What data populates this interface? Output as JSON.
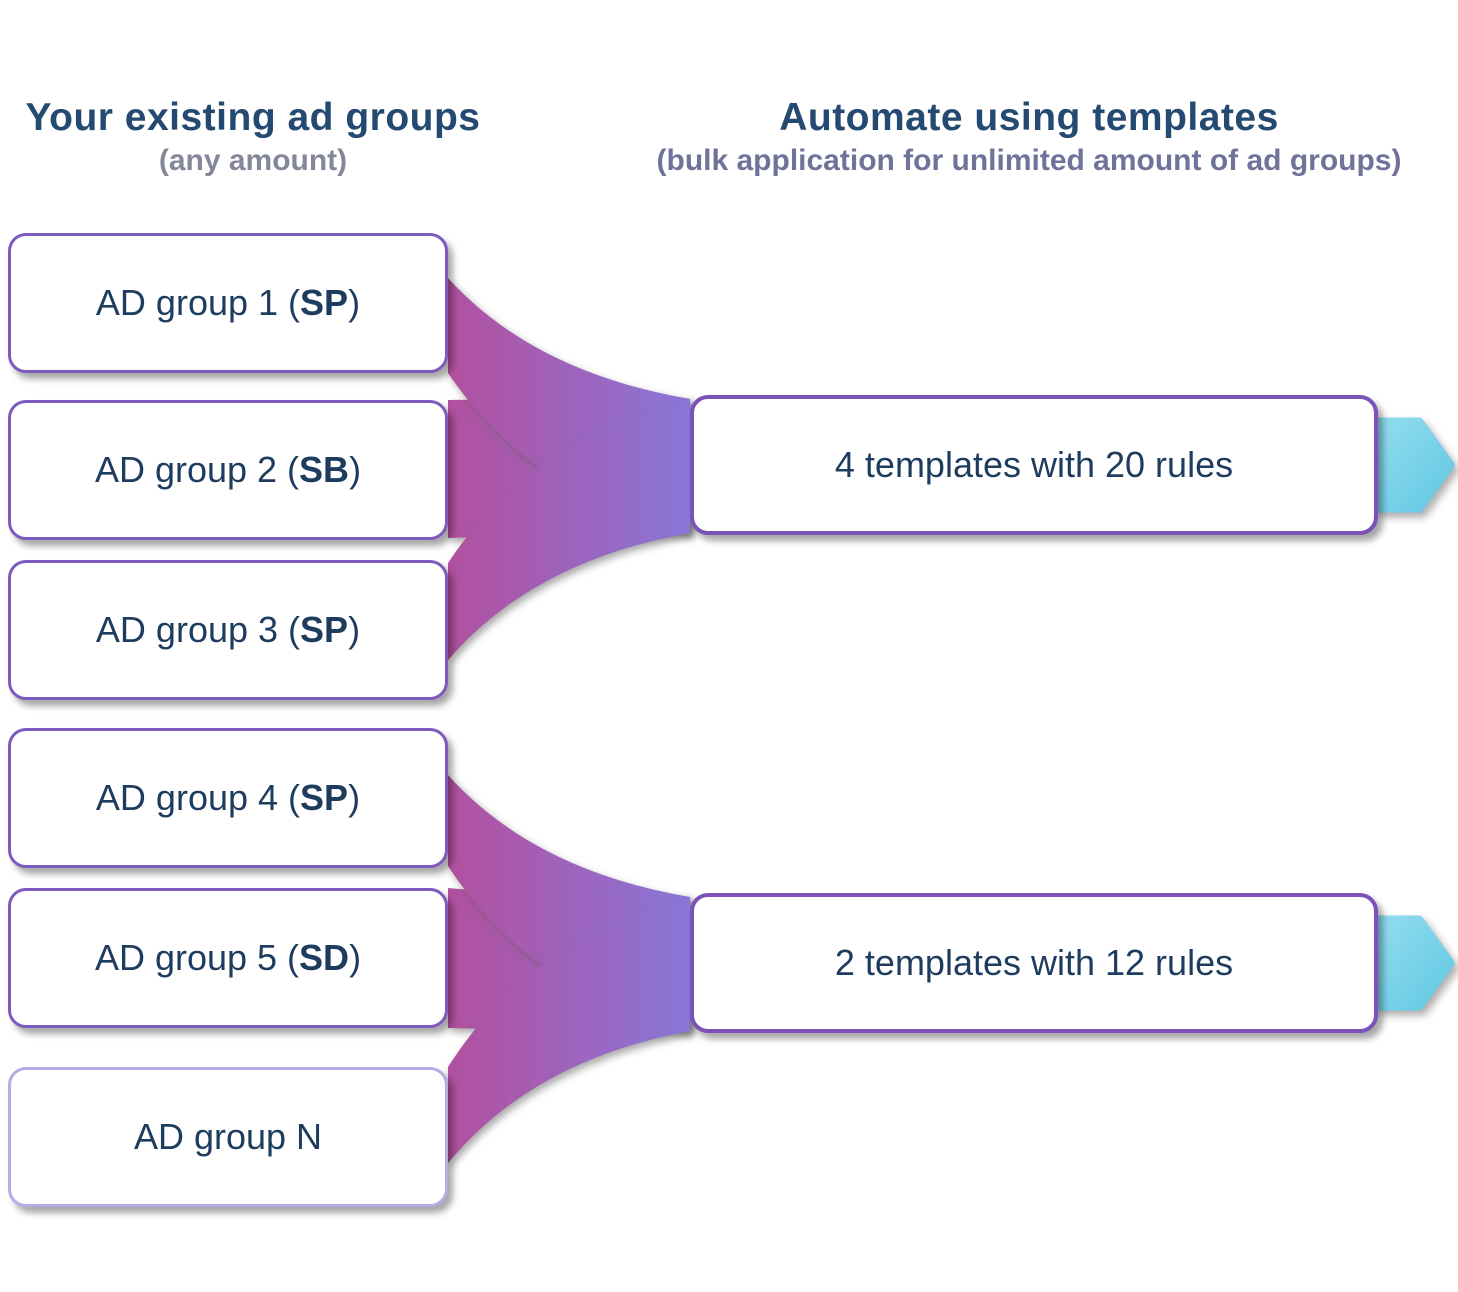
{
  "left_column": {
    "title": "Your existing ad groups",
    "subtitle": "(any amount)",
    "groups": [
      {
        "name": "AD group 1 (",
        "type": "SP",
        "close": ")"
      },
      {
        "name": "AD group 2 (",
        "type": "SB",
        "close": ")"
      },
      {
        "name": "AD group 3 (",
        "type": "SP",
        "close": ")"
      },
      {
        "name": "AD group 4 (",
        "type": "SP",
        "close": ")"
      },
      {
        "name": "AD group 5 (",
        "type": "SD",
        "close": ")"
      },
      {
        "name": "AD group N",
        "type": "",
        "close": ""
      }
    ]
  },
  "right_column": {
    "title": "Automate using templates",
    "subtitle": "(bulk application for unlimited amount of ad groups)",
    "templates": [
      {
        "label": "4 templates with 20 rules"
      },
      {
        "label": "2 templates with 12 rules"
      }
    ]
  },
  "connections": [
    {
      "from": [
        "AD group 1 (SP)",
        "AD group 2 (SB)",
        "AD group 3 (SP)"
      ],
      "to": "4 templates with 20 rules"
    },
    {
      "from": [
        "AD group 4 (SP)",
        "AD group 5 (SD)",
        "AD group N"
      ],
      "to": "2 templates with 12 rules"
    }
  ],
  "colors": {
    "c_title": "#254a72",
    "c_subtitle_left": "#84879a",
    "c_subtitle_right": "#6f739a",
    "c_box_text": "#1d3c5e",
    "c_border": "#7e5abe",
    "c_border_light": "#b7abe3",
    "c_border_template": "#7a52b8",
    "c_flow_start": "#b2509f",
    "c_flow_end": "#8a76d8",
    "c_arrow_light": "#92dcee",
    "c_arrow_dark": "#62c8e4"
  }
}
